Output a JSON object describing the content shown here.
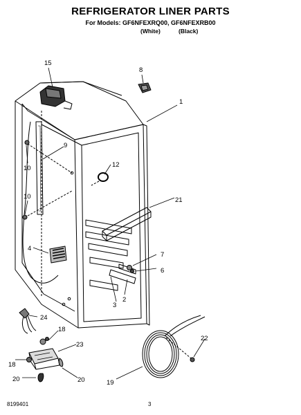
{
  "header": {
    "title": "REFRIGERATOR LINER PARTS",
    "models_line": "For Models: GF6NFEXRQ00, GF6NFEXRB00",
    "variant_white": "(White)",
    "variant_black": "(Black)"
  },
  "callouts": {
    "c1": "1",
    "c2": "2",
    "c3": "3",
    "c4": "4",
    "c6": "6",
    "c7": "7",
    "c8": "8",
    "c9": "9",
    "c10a": "10",
    "c10b": "10",
    "c12": "12",
    "c15": "15",
    "c18a": "18",
    "c18b": "18",
    "c19": "19",
    "c20a": "20",
    "c20b": "20",
    "c21": "21",
    "c22": "22",
    "c23": "23",
    "c24": "24"
  },
  "footer": {
    "doc_number": "8199401",
    "page_number": "3"
  }
}
